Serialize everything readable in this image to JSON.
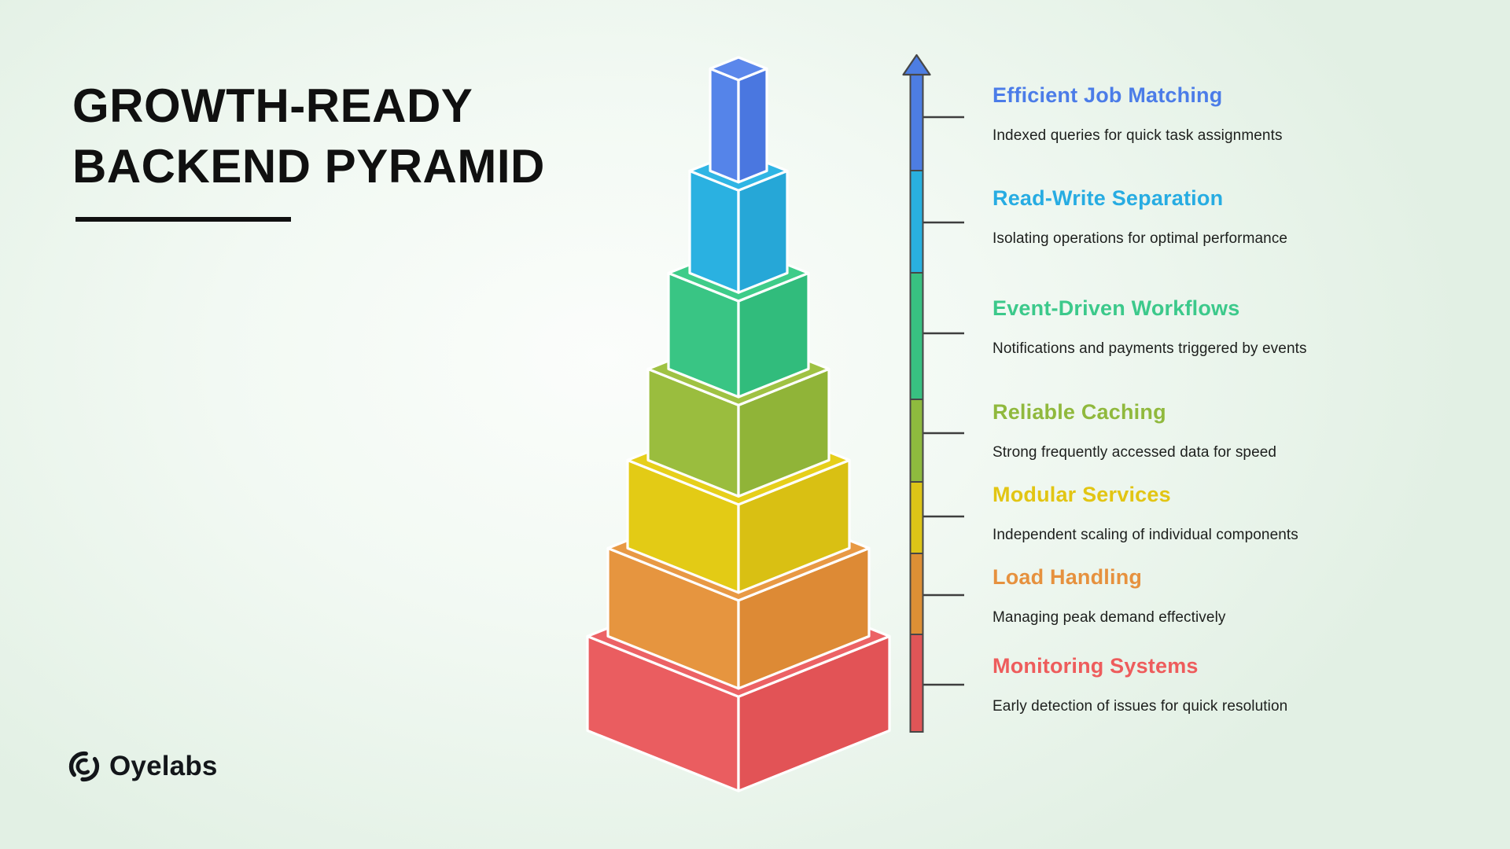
{
  "title": {
    "line1": "GROWTH-READY",
    "line2": "BACKEND PYRAMID"
  },
  "logo": {
    "text": "Oyelabs"
  },
  "chart_data": {
    "type": "pyramid",
    "title": "GROWTH-READY BACKEND PYRAMID",
    "levels_top_to_bottom": [
      "Efficient Job Matching",
      "Read-Write Separation",
      "Event-Driven Workflows",
      "Reliable Caching",
      "Modular Services",
      "Load Handling",
      "Monitoring Systems"
    ]
  },
  "layers": [
    {
      "title": "Efficient Job Matching",
      "description": "Indexed queries for quick task assignments",
      "title_color": "#4b7ce8",
      "bar_color": "#4d7de2",
      "box": {
        "top": "#5b87eb",
        "left": "#5584e9",
        "right": "#4a77e0"
      }
    },
    {
      "title": "Read-Write Separation",
      "description": "Isolating operations for optimal performance",
      "title_color": "#27ace2",
      "bar_color": "#29b0df",
      "box": {
        "top": "#2fb5e4",
        "left": "#2ab1e1",
        "right": "#26a7d7"
      }
    },
    {
      "title": "Event-Driven Workflows",
      "description": "Notifications and payments triggered by events",
      "title_color": "#3cc98b",
      "bar_color": "#38c181",
      "box": {
        "top": "#3ecc89",
        "left": "#39c584",
        "right": "#31bc7c"
      }
    },
    {
      "title": "Reliable Caching",
      "description": "Strong frequently accessed data for speed",
      "title_color": "#90b93d",
      "bar_color": "#8eba3e",
      "box": {
        "top": "#9fc243",
        "left": "#9abd3e",
        "right": "#90b438"
      }
    },
    {
      "title": "Modular Services",
      "description": "Independent scaling of individual components",
      "title_color": "#e2c513",
      "bar_color": "#ddc517",
      "box": {
        "top": "#e6cf1a",
        "left": "#e3cb15",
        "right": "#d9c013"
      }
    },
    {
      "title": "Load Handling",
      "description": "Managing peak demand effectively",
      "title_color": "#e6913e",
      "bar_color": "#dd8f35",
      "box": {
        "top": "#e89944",
        "left": "#e6953f",
        "right": "#dd8a35"
      }
    },
    {
      "title": "Monitoring Systems",
      "description": "Early detection of issues for quick resolution",
      "title_color": "#ee5c5c",
      "bar_color": "#e05557",
      "box": {
        "top": "#ec6265",
        "left": "#ea5d60",
        "right": "#e25356"
      }
    }
  ],
  "colors": {
    "heading": "#101010",
    "description_text": "#1d1f1d",
    "bar_outline": "#474747",
    "tick": "#3e3e3e",
    "box_edge": "#ffffff",
    "background_center": "#fbfdfb",
    "background_edge": "#e2f0e4"
  }
}
